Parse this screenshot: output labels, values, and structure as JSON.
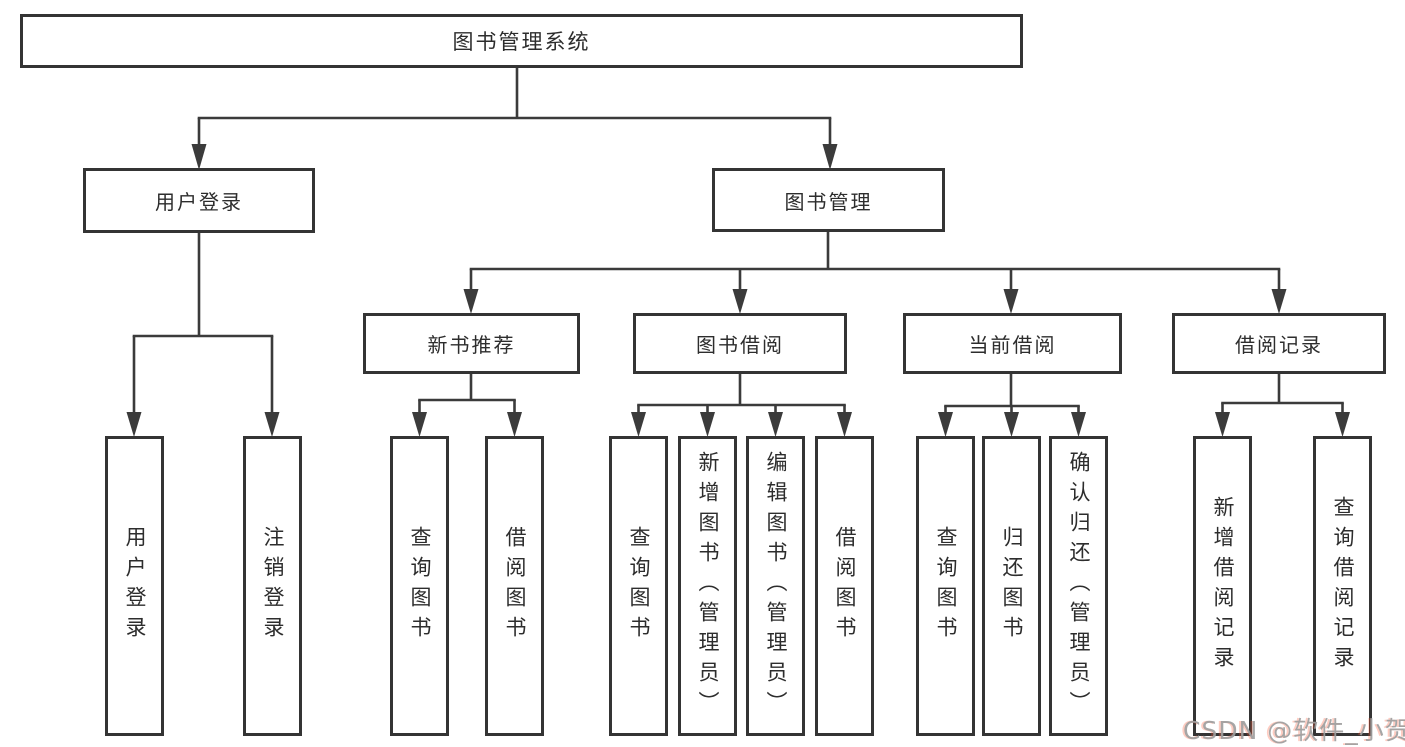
{
  "diagram_type": "functional-structure-tree",
  "nodes": {
    "root": "图书管理系统",
    "level2": [
      "用户登录",
      "图书管理"
    ],
    "level3": [
      "新书推荐",
      "图书借阅",
      "当前借阅",
      "借阅记录"
    ],
    "leaves": [
      "用户登录",
      "注销登录",
      "查询图书",
      "借阅图书",
      "查询图书",
      "新增图书（管理员）",
      "编辑图书（管理员）",
      "借阅图书",
      "查询图书",
      "归还图书",
      "确认归还（管理员）",
      "新增借阅记录",
      "查询借阅记录"
    ]
  },
  "hierarchy": {
    "图书管理系统": [
      "用户登录",
      "图书管理"
    ],
    "用户登录": [
      "用户登录",
      "注销登录"
    ],
    "图书管理": [
      "新书推荐",
      "图书借阅",
      "当前借阅",
      "借阅记录"
    ],
    "新书推荐": [
      "查询图书",
      "借阅图书"
    ],
    "图书借阅": [
      "查询图书",
      "新增图书（管理员）",
      "编辑图书（管理员）",
      "借阅图书"
    ],
    "当前借阅": [
      "查询图书",
      "归还图书",
      "确认归还（管理员）"
    ],
    "借阅记录": [
      "新增借阅记录",
      "查询借阅记录"
    ]
  },
  "watermark": {
    "text": "CSDN @软件_小贺同学"
  },
  "colors": {
    "background": "#ffffff",
    "line": "#3b3b3b",
    "box_border": "#343434",
    "text": "#2d2d2d",
    "watermark": "#9e9e9e",
    "watermark_accent": "#fc5531"
  }
}
